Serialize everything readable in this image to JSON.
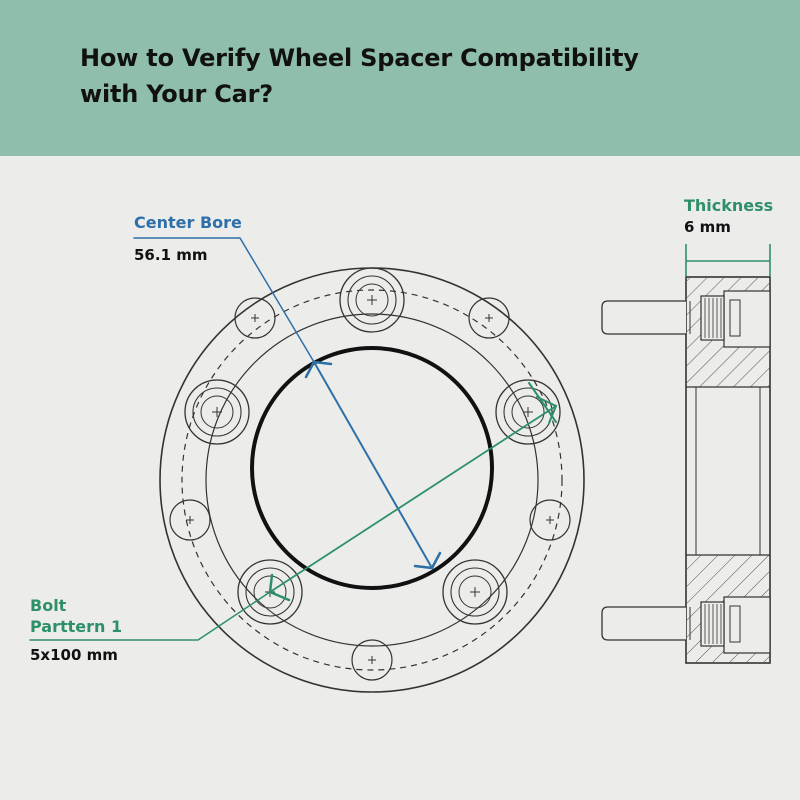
{
  "header": {
    "title": "How to Verify Wheel Spacer Compatibility with Your Car?"
  },
  "labels": {
    "center_bore": {
      "heading": "Center Bore",
      "value": "56.1 mm"
    },
    "thickness": {
      "heading": "Thickness",
      "value": "6 mm"
    },
    "bolt_pattern": {
      "heading_line1": "Bolt",
      "heading_line2": "Parttern 1",
      "value": "5x100 mm"
    }
  },
  "colors": {
    "header_bg": "#8fbfab",
    "page_bg": "#ececea",
    "center_bore": "#2e6fa8",
    "bolt_pattern": "#2e9069",
    "thickness": "#2e9069",
    "outline": "#333333"
  }
}
